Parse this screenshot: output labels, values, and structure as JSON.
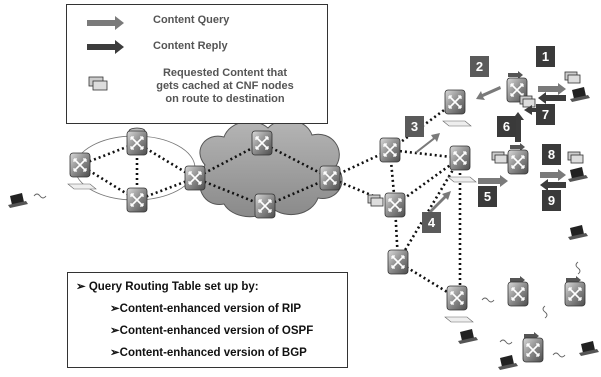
{
  "legend": {
    "query_label": "Content Query",
    "reply_label": "Content Reply",
    "cached_label_line1": "Requested Content that",
    "cached_label_line2": "gets cached at CNF nodes",
    "cached_label_line3": "on route to destination"
  },
  "routing_table": {
    "heading": "➢ Query Routing Table set up by:",
    "items": [
      "➢Content-enhanced version of RIP",
      "➢Content-enhanced version of OSPF",
      "➢Content-enhanced version of BGP"
    ]
  },
  "step_badges": [
    "1",
    "2",
    "3",
    "4",
    "5",
    "6",
    "7",
    "8",
    "9"
  ],
  "colors": {
    "query_arrow": "#7a7a7a",
    "reply_arrow": "#3c3c3c",
    "badge_dark": "#3a3a3a",
    "badge_mid": "#5a5a5a",
    "cloud": "#9a9a9a",
    "router_body": "#6b6b6b"
  }
}
